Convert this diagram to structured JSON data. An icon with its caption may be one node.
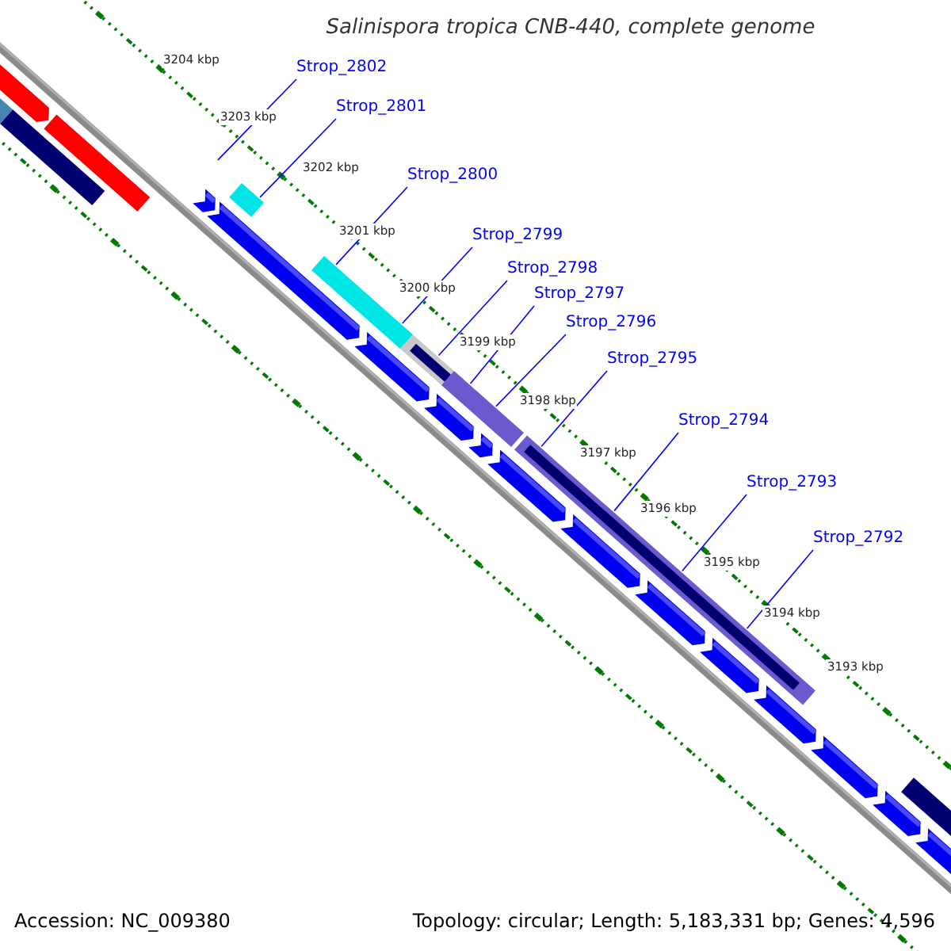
{
  "diagram": {
    "title": "Salinispora tropica CNB-440, complete genome",
    "nodes": [
      {
        "text": [
          "Strop_2802"
        ]
      },
      {
        "text": [
          "Strop_2801"
        ]
      },
      {
        "text": [
          "Strop_2800"
        ]
      },
      {
        "text": [
          "Strop_2799"
        ]
      },
      {
        "text": [
          "Strop_2798"
        ]
      },
      {
        "text": [
          "Strop_2797"
        ]
      },
      {
        "text": [
          "Strop_2796"
        ]
      },
      {
        "text": [
          "Strop_2795"
        ]
      },
      {
        "text": [
          "Strop_2794"
        ]
      },
      {
        "text": [
          "Strop_2793"
        ]
      },
      {
        "text": [
          "Strop_2792"
        ]
      }
    ],
    "edges": [
      {
        "from": 0,
        "to": null,
        "arrow": "none"
      },
      {
        "from": 1,
        "to": null,
        "arrow": "none"
      },
      {
        "from": 2,
        "to": null,
        "arrow": "none"
      },
      {
        "from": 3,
        "to": null,
        "arrow": "none"
      },
      {
        "from": 4,
        "to": null,
        "arrow": "none"
      },
      {
        "from": 5,
        "to": null,
        "arrow": "none"
      },
      {
        "from": 6,
        "to": null,
        "arrow": "none"
      },
      {
        "from": 7,
        "to": null,
        "arrow": "none"
      },
      {
        "from": 8,
        "to": null,
        "arrow": "none"
      },
      {
        "from": 9,
        "to": null,
        "arrow": "none"
      },
      {
        "from": 10,
        "to": null,
        "arrow": "none"
      }
    ],
    "labels": [
      "3204 kbp",
      "3203 kbp",
      "3202 kbp",
      "3201 kbp",
      "3200 kbp",
      "3199 kbp",
      "3198 kbp",
      "3197 kbp",
      "3196 kbp",
      "3195 kbp",
      "3194 kbp",
      "3193 kbp",
      "Accession: NC_009380",
      "Topology: circular; Length: 5,183,331 bp; Genes: 4,596"
    ]
  }
}
